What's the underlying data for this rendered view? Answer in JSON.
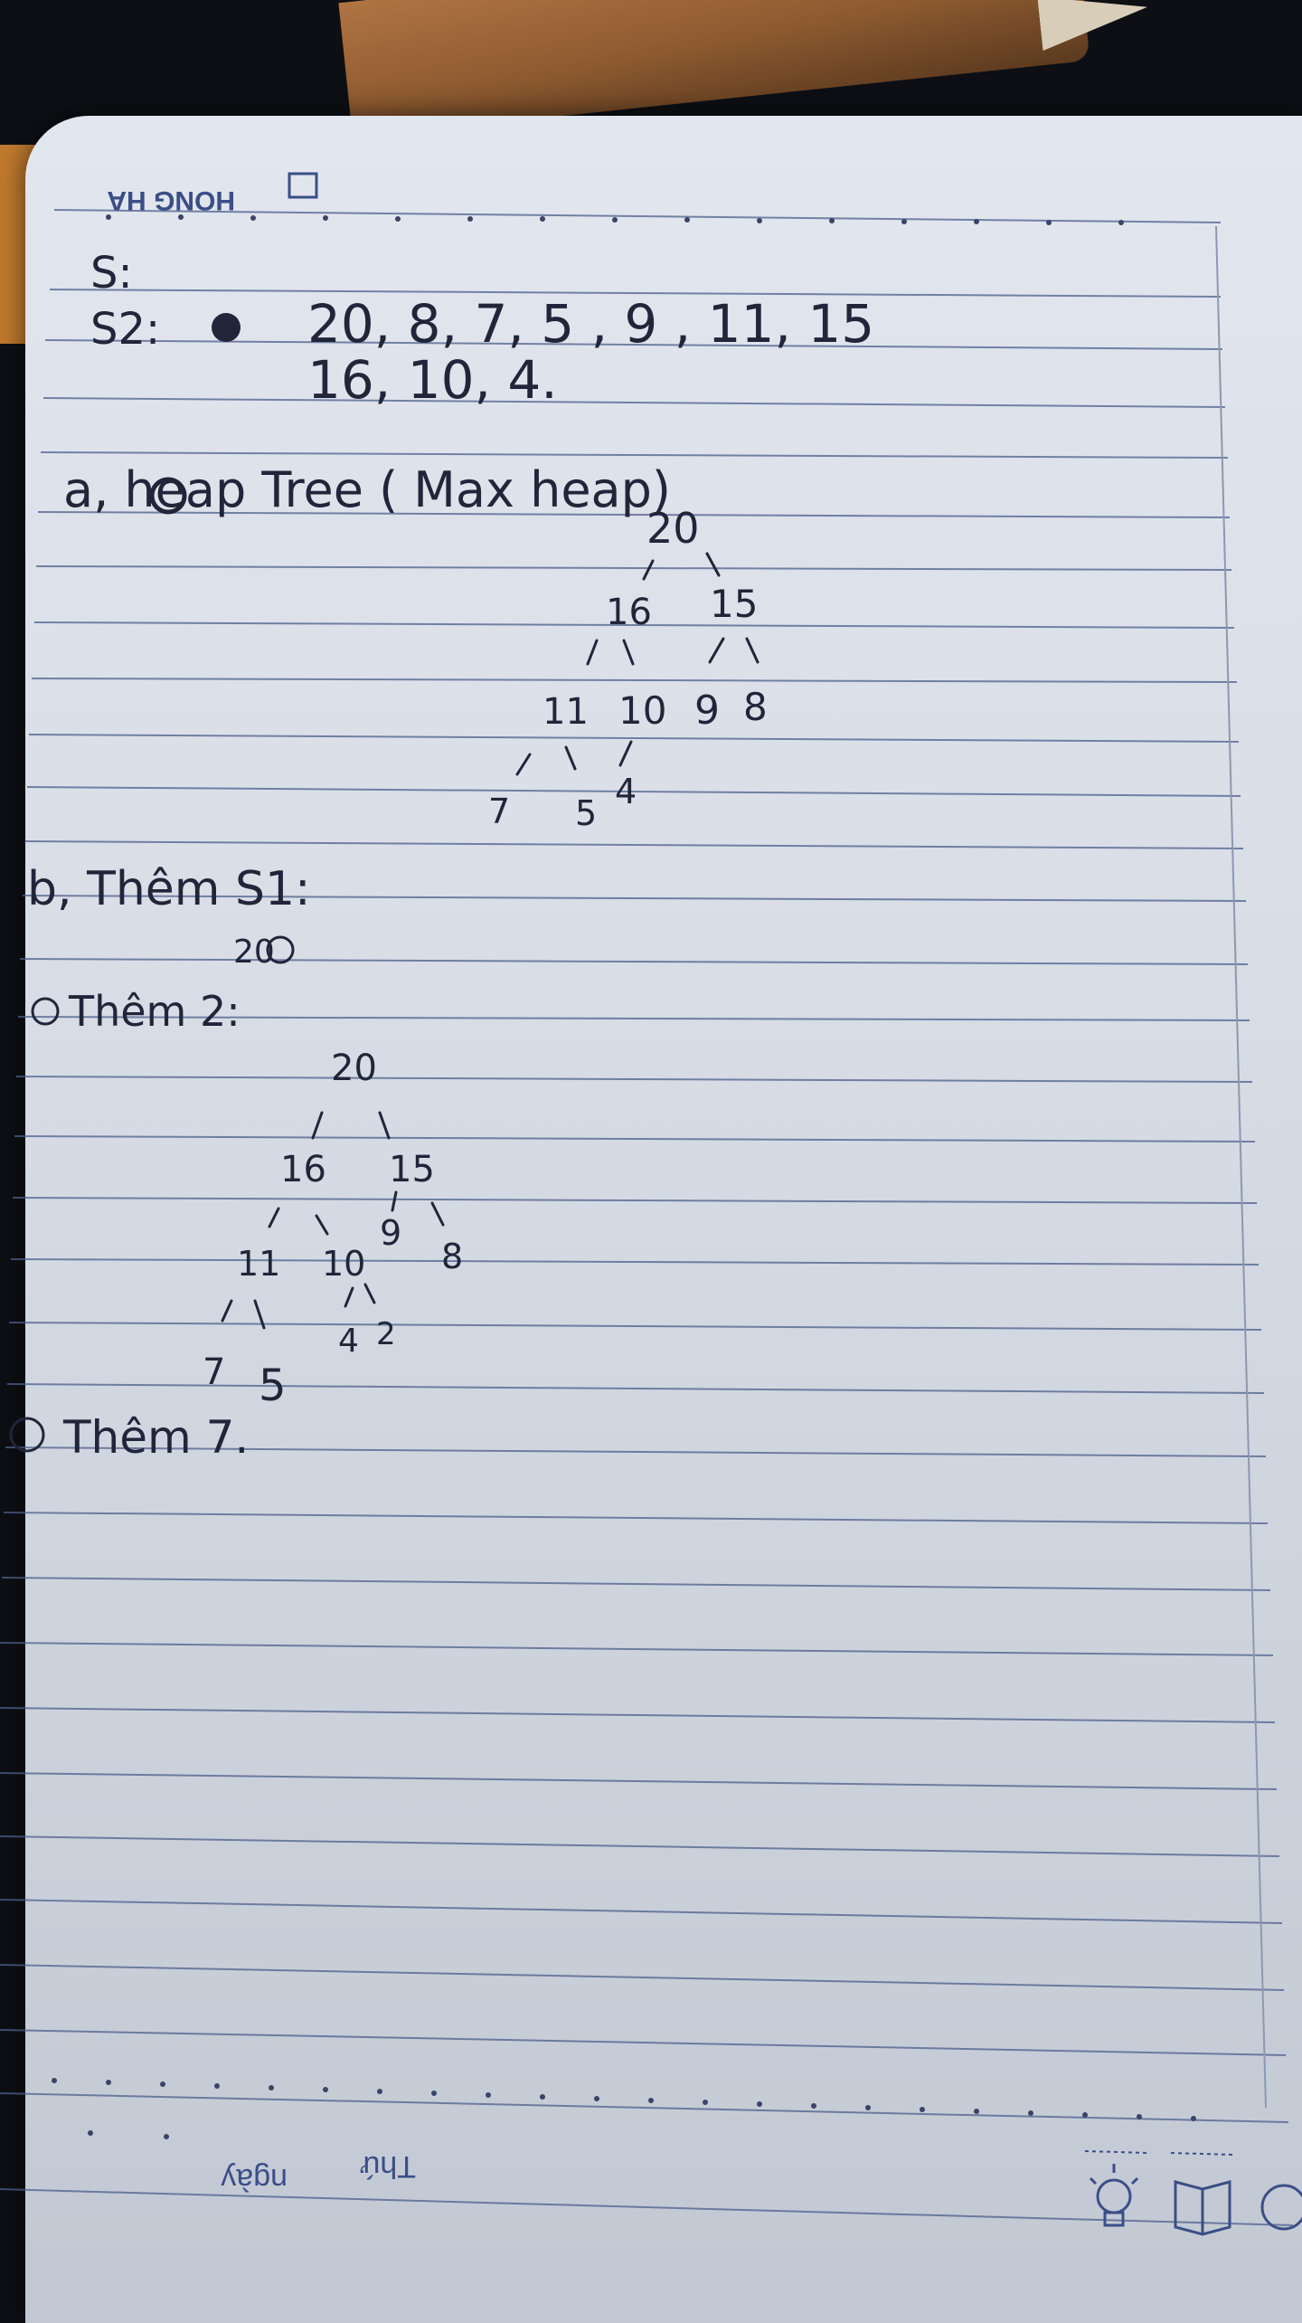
{
  "brand": "HONG HA",
  "lines": {
    "s1": "S:",
    "s2_label": "S2:",
    "s2_row1": "20,   8,   7, 5  , 9  , 11, 15",
    "s2_row2": "16,   10,   4.",
    "part_a": "a, heap Tree ( Max heap)",
    "part_b": "b, Thêm S1:",
    "part_b_value": "20",
    "step1": "Thêm 2:",
    "step2": "Thêm 7."
  },
  "tree_a": {
    "level0": [
      "20"
    ],
    "level1": [
      "16",
      "15"
    ],
    "level2": [
      "11",
      "10",
      "9",
      "8"
    ],
    "level3": [
      "7",
      "5",
      "4"
    ]
  },
  "tree_b": {
    "level0": [
      "20"
    ],
    "level1": [
      "16",
      "15"
    ],
    "level2": [
      "11",
      "10",
      "9",
      "8"
    ],
    "level3": [
      "7",
      "5",
      "4",
      "2"
    ]
  },
  "footer": {
    "weekday_label": "Thứ",
    "date_label": "ngày"
  },
  "icons": [
    "lightbulb-icon",
    "book-icon",
    "circle-icon"
  ]
}
